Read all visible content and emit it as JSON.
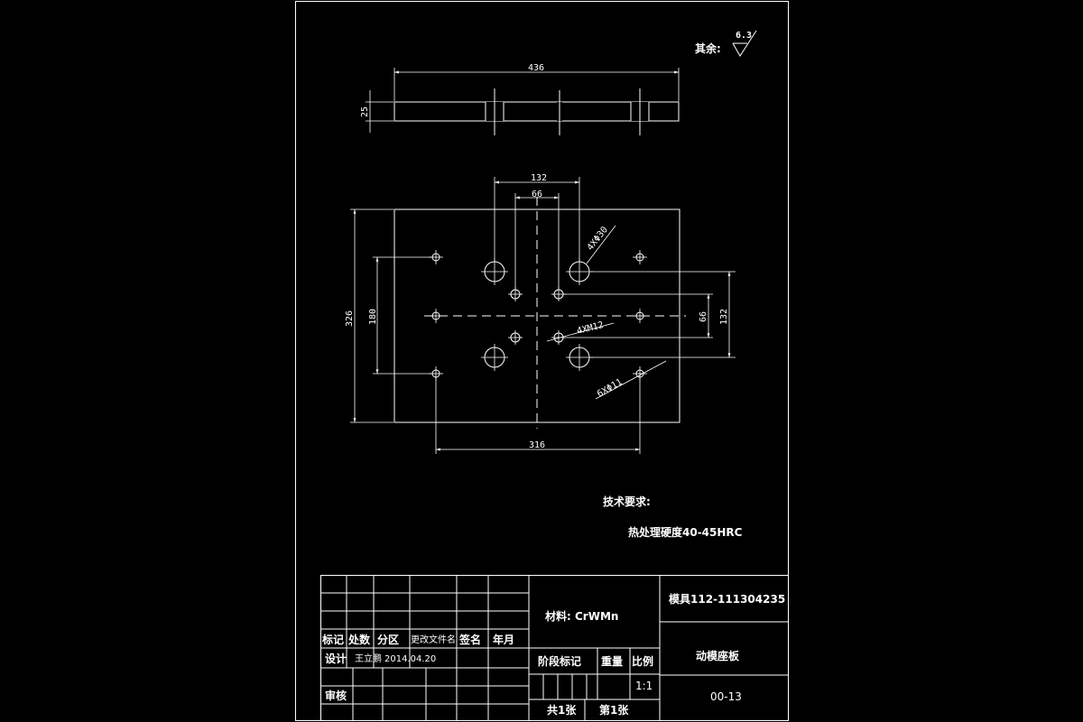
{
  "surface_finish": {
    "label": "其余:",
    "value": "6.3"
  },
  "section_view": {
    "width_dim": "436",
    "thickness_dim": "25"
  },
  "plan_view": {
    "dims": {
      "top_outer": "132",
      "top_inner": "66",
      "height_outer": "326",
      "height_inner": "180",
      "right_inner": "66",
      "right_outer": "132",
      "bottom": "316"
    },
    "callouts": {
      "holes_large": "4XΦ30",
      "threads": "4XM12",
      "holes_small": "6XΦ11"
    }
  },
  "notes": {
    "title": "技术要求:",
    "line1": "热处理硬度40-45HRC"
  },
  "title_block": {
    "header_labels": [
      "标记",
      "处数",
      "分区",
      "更改文件名",
      "签名",
      "年月"
    ],
    "design_label": "设计",
    "designer": "王立鹏",
    "date": "2014.04.20",
    "review_label": "审核",
    "material": "材料: CrWMn",
    "stage_label": "阶段标记",
    "weight_label": "重量",
    "scale_label": "比例",
    "scale_value": "1:1",
    "sheets_total": "共1张",
    "sheet_no": "第1张",
    "project_code": "模具112-111304235",
    "part_name": "动模座板",
    "drawing_no": "00-13"
  }
}
